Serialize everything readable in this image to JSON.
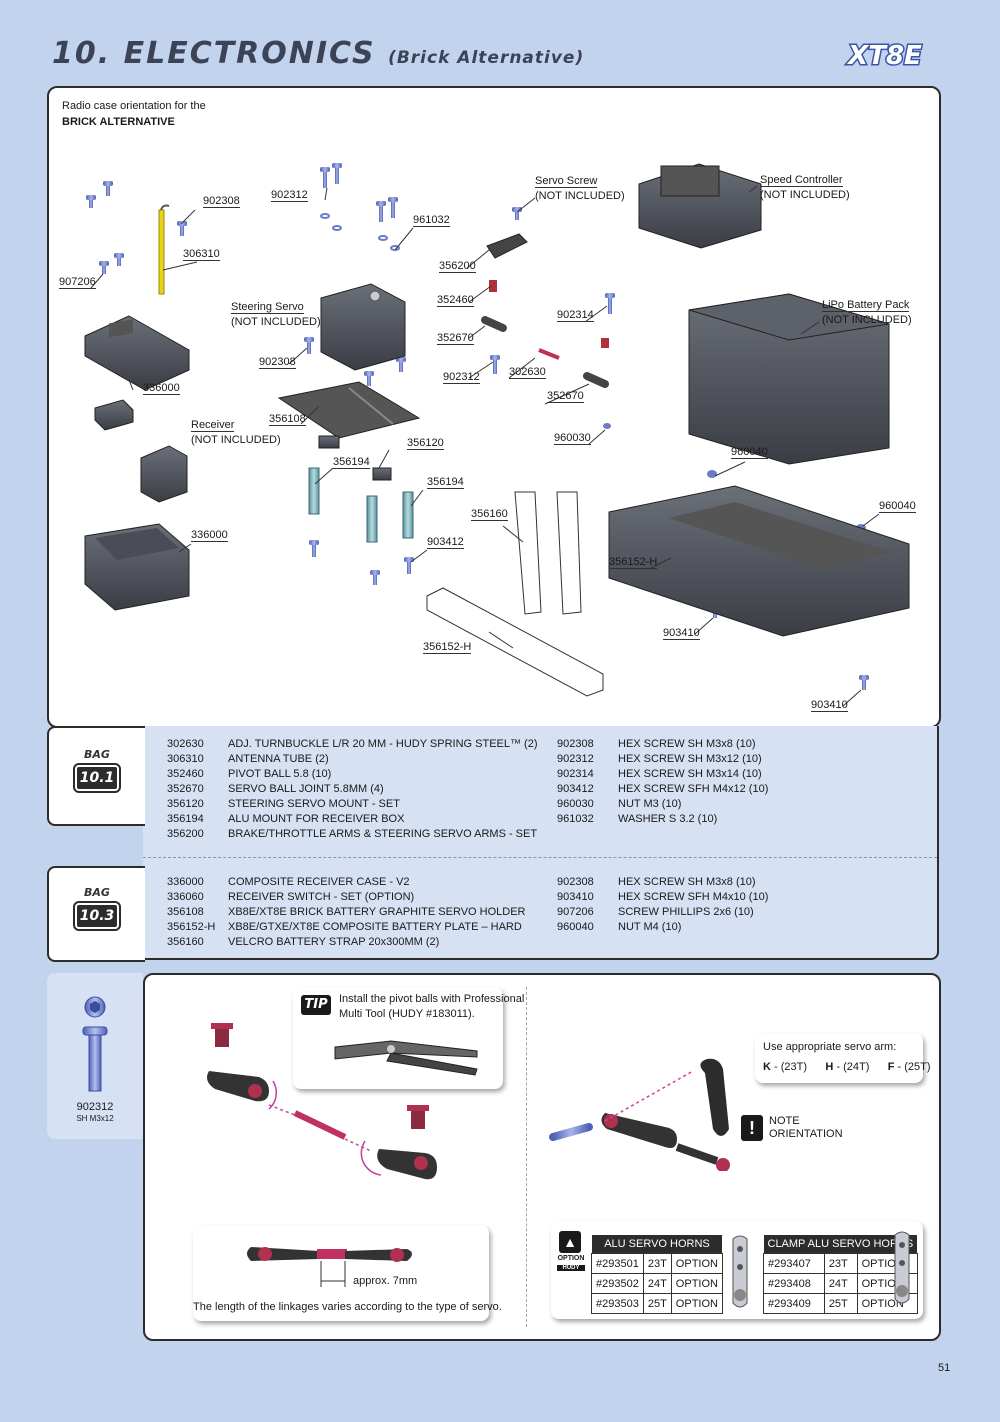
{
  "header": {
    "title": "10. ELECTRONICS",
    "subtitle": "(Brick Alternative)",
    "logo": "XT8E"
  },
  "diagram": {
    "orientation_line1": "Radio case orientation for the",
    "orientation_line2": "BRICK ALTERNATIVE",
    "labels": {
      "l902308a": "902308",
      "l902312a": "902312",
      "l961032": "961032",
      "l306310": "306310",
      "l907206": "907206",
      "servo_screw1": "Servo Screw",
      "servo_screw2": "(NOT INCLUDED)",
      "speed1": "Speed Controller",
      "speed2": "(NOT INCLUDED)",
      "l356200": "356200",
      "l352460": "352460",
      "steer1": "Steering Servo",
      "steer2": "(NOT INCLUDED)",
      "l902314": "902314",
      "lipo1": "LiPo Battery Pack",
      "lipo2": "(NOT INCLUDED)",
      "l352670a": "352670",
      "l902308b": "902308",
      "l902312b": "902312",
      "l302630": "302630",
      "l352670b": "352670",
      "l336000a": "336000",
      "l356108": "356108",
      "recv1": "Receiver",
      "recv2": "(NOT INCLUDED)",
      "l356120": "356120",
      "l960030": "960030",
      "l960040a": "960040",
      "l356194a": "356194",
      "l356194b": "356194",
      "l960040b": "960040",
      "l356160": "356160",
      "l336000b": "336000",
      "l903412": "903412",
      "l356152h_a": "356152-H",
      "l903410a": "903410",
      "l356152h_b": "356152-H",
      "l903410b": "903410"
    }
  },
  "bags": [
    {
      "word": "BAG",
      "number": "10.1",
      "left": [
        {
          "code": "302630",
          "desc": "ADJ. TURNBUCKLE L/R 20 MM  - HUDY SPRING STEEL™ (2)"
        },
        {
          "code": "306310",
          "desc": "ANTENNA TUBE (2)"
        },
        {
          "code": "352460",
          "desc": "PIVOT BALL 5.8 (10)"
        },
        {
          "code": "352670",
          "desc": "SERVO BALL JOINT  5.8MM (4)"
        },
        {
          "code": "356120",
          "desc": "STEERING SERVO MOUNT - SET"
        },
        {
          "code": "356194",
          "desc": "ALU MOUNT FOR RECEIVER BOX"
        },
        {
          "code": "356200",
          "desc": "BRAKE/THROTTLE ARMS & STEERING SERVO ARMS - SET"
        }
      ],
      "right": [
        {
          "code": "902308",
          "desc": "HEX SCREW  SH M3x8  (10)"
        },
        {
          "code": "902312",
          "desc": "HEX SCREW  SH M3x12 (10)"
        },
        {
          "code": "902314",
          "desc": "HEX SCREW  SH M3x14 (10)"
        },
        {
          "code": "903412",
          "desc": "HEX SCREW  SFH M4x12 (10)"
        },
        {
          "code": "960030",
          "desc": "NUT M3 (10)"
        },
        {
          "code": "961032",
          "desc": "WASHER S 3.2 (10)"
        }
      ]
    },
    {
      "word": "BAG",
      "number": "10.3",
      "left": [
        {
          "code": "336000",
          "desc": "COMPOSITE RECEIVER CASE - V2"
        },
        {
          "code": "336060",
          "desc": "RECEIVER SWITCH - SET (OPTION)"
        },
        {
          "code": "356108",
          "desc": "XB8E/XT8E BRICK BATTERY GRAPHITE SERVO HOLDER"
        },
        {
          "code": "356152-H",
          "desc": "XB8E/GTXE/XT8E COMPOSITE BATTERY PLATE – HARD"
        },
        {
          "code": "356160",
          "desc": "VELCRO BATTERY STRAP 20x300MM (2)"
        }
      ],
      "right": [
        {
          "code": "902308",
          "desc": "HEX SCREW  SH M3x8  (10)"
        },
        {
          "code": "903410",
          "desc": "HEX SCREW  SFH M4x10  (10)"
        },
        {
          "code": "907206",
          "desc": "SCREW PHILLIPS 2x6  (10)"
        },
        {
          "code": "960040",
          "desc": "NUT M4  (10)"
        }
      ]
    }
  ],
  "side_part": {
    "code": "902312",
    "desc": "SH M3x12"
  },
  "tip": {
    "badge": "TIP",
    "line1": "Install the pivot balls with Professional",
    "line2": "Multi Tool (HUDY #183011)."
  },
  "linkage": {
    "approx": "approx. 7mm",
    "note": "The length of the linkages varies according to the type of servo."
  },
  "servo_arm": {
    "heading": "Use appropriate servo arm:",
    "k_key": "K",
    "k_val": " - (23T)",
    "h_key": "H",
    "h_val": " - (24T)",
    "f_key": "F",
    "f_val": " - (25T)",
    "note1": "NOTE",
    "note2": "ORIENTATION"
  },
  "option": {
    "label": "OPTION",
    "brand": "HUDY",
    "alu_title": "ALU SERVO HORNS",
    "alu_rows": [
      [
        "#293501",
        "23T",
        "OPTION"
      ],
      [
        "#293502",
        "24T",
        "OPTION"
      ],
      [
        "#293503",
        "25T",
        "OPTION"
      ]
    ],
    "clamp_title": "CLAMP ALU SERVO HORNS",
    "clamp_rows": [
      [
        "#293407",
        "23T",
        "OPTION"
      ],
      [
        "#293408",
        "24T",
        "OPTION"
      ],
      [
        "#293409",
        "25T",
        "OPTION"
      ]
    ]
  },
  "page_number": "51"
}
